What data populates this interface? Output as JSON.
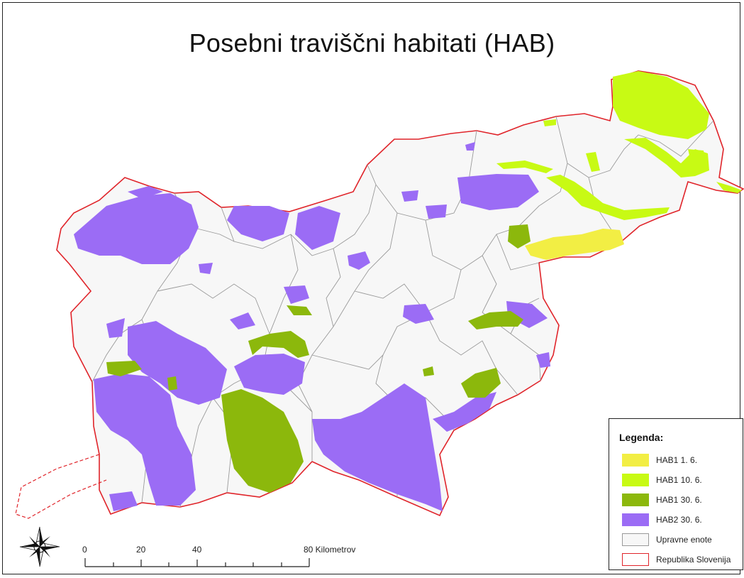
{
  "title": "Posebni traviščni habitati (HAB)",
  "legend": {
    "heading": "Legenda:",
    "items": [
      {
        "label": "HAB1 1. 6.",
        "color": "#f2ee44",
        "stroke": "#f2ee44"
      },
      {
        "label": "HAB1 10. 6.",
        "color": "#c8fa14",
        "stroke": "#c8fa14"
      },
      {
        "label": "HAB1 30. 6.",
        "color": "#8cb80c",
        "stroke": "#8cb80c"
      },
      {
        "label": "HAB2 30. 6.",
        "color": "#9b6cf5",
        "stroke": "#9b6cf5"
      },
      {
        "label": "Upravne enote",
        "color": "#f7f7f7",
        "stroke": "#9a9a9a"
      },
      {
        "label": "Republika Slovenija",
        "color": "#ffffff",
        "stroke": "#e0242a"
      }
    ]
  },
  "scale": {
    "ticks": [
      "0",
      "20",
      "40",
      "80 Kilometrov"
    ]
  },
  "icons": {
    "compass": "north-arrow-compass-rose"
  },
  "colors": {
    "border": "#e0242a",
    "units": "#9a9a9a",
    "land": "#f7f7f7"
  }
}
